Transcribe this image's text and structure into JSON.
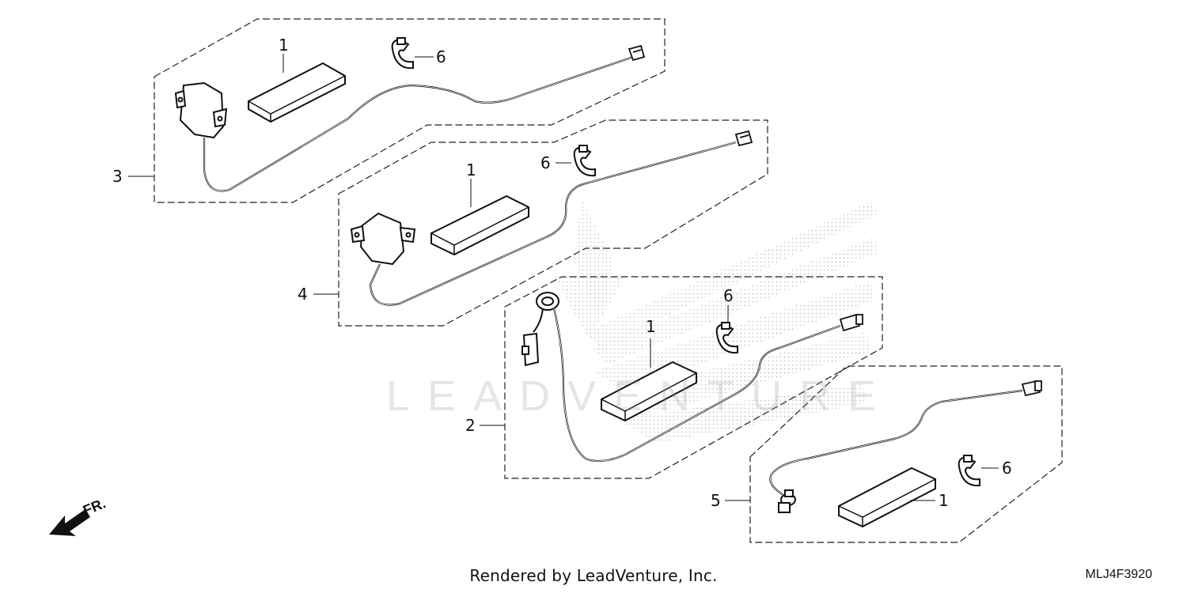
{
  "callouts": {
    "g3_item1": "1",
    "g3_item6": "6",
    "g3_label": "3",
    "g4_item1": "1",
    "g4_item6": "6",
    "g4_label": "4",
    "g2_item6": "6",
    "g2_item1": "1",
    "g2_label": "2",
    "g5_item6": "6",
    "g5_item1": "1",
    "g5_label": "5"
  },
  "direction_label": "FR.",
  "watermark": "LEADVENTURE",
  "footer": {
    "credit": "Rendered by LeadVenture, Inc.",
    "code": "MLJ4F3920"
  }
}
